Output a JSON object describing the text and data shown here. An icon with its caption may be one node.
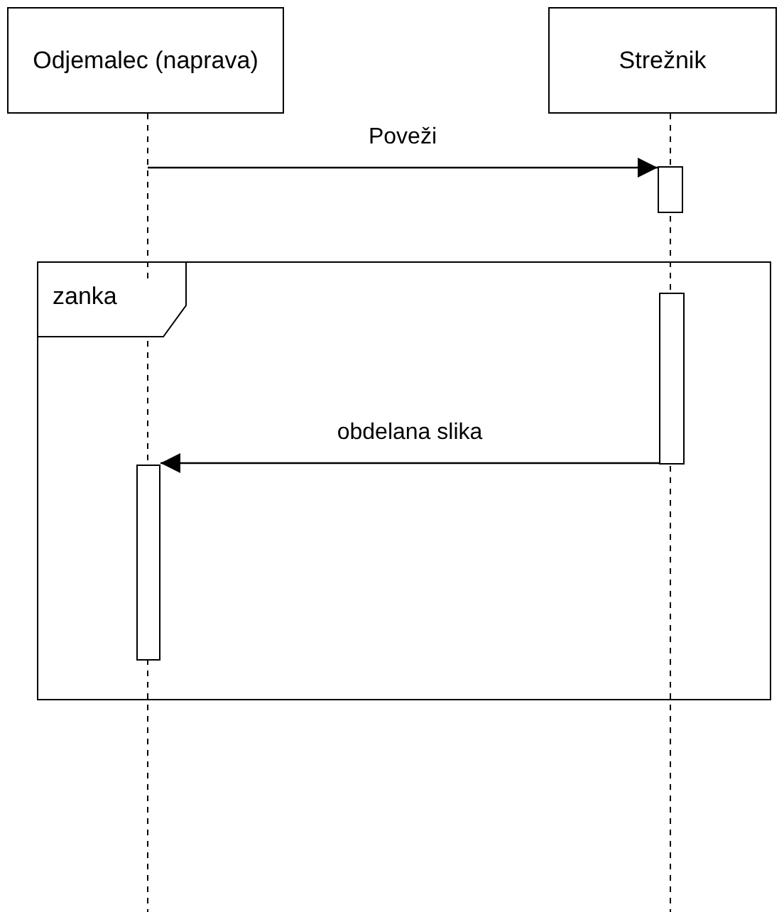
{
  "diagram": {
    "nodes": [
      {
        "text": [
          "Odjemalec (naprava)"
        ]
      },
      {
        "text": [
          "Strežnik"
        ]
      },
      {
        "text": [],
        "shape": "box"
      },
      {
        "text": [
          "zanka"
        ]
      },
      {
        "text": [],
        "shape": "box",
        "in": 3
      },
      {
        "text": [],
        "shape": "box",
        "in": 3
      }
    ],
    "edges": [
      {
        "from": null,
        "to": 2,
        "arrow": "to",
        "label": "Poveži"
      },
      {
        "from": 4,
        "to": 5,
        "arrow": "to",
        "label": "obdelana slika"
      }
    ]
  }
}
